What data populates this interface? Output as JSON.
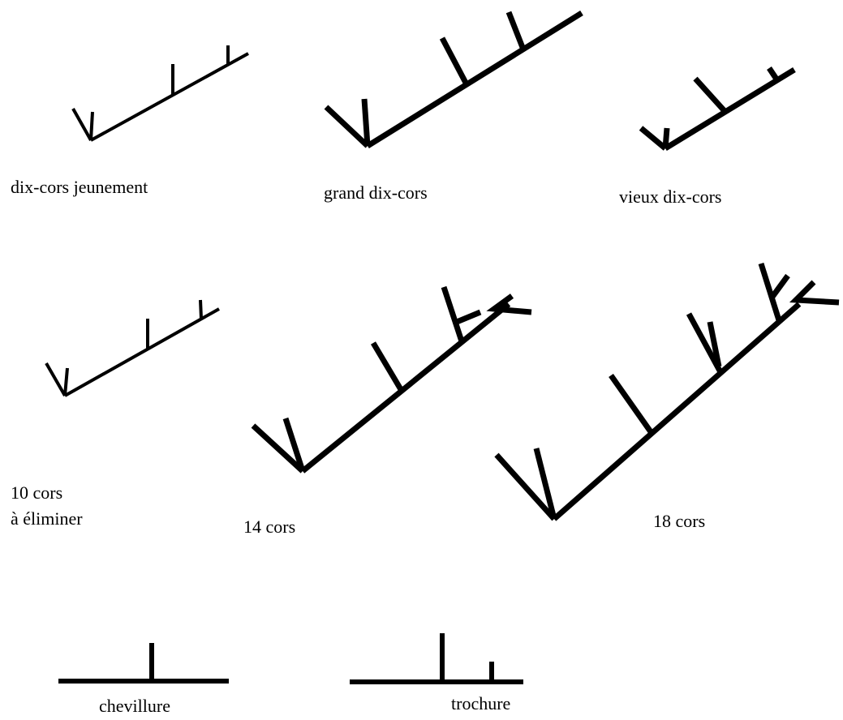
{
  "colors": {
    "ink": "#000000",
    "background": "#ffffff"
  },
  "figures": [
    {
      "name": "dix-cors-jeunement",
      "label": "dix-cors jeunement"
    },
    {
      "name": "grand-dix-cors",
      "label": "grand dix-cors"
    },
    {
      "name": "vieux-dix-cors",
      "label": "vieux dix-cors"
    },
    {
      "name": "10-cors",
      "label_line1": "10 cors",
      "label_line2": "à éliminer"
    },
    {
      "name": "14-cors",
      "label": "14 cors"
    },
    {
      "name": "18-cors",
      "label": "18 cors"
    },
    {
      "name": "chevillure",
      "label": "chevillure"
    },
    {
      "name": "trochure",
      "label": "trochure"
    }
  ]
}
